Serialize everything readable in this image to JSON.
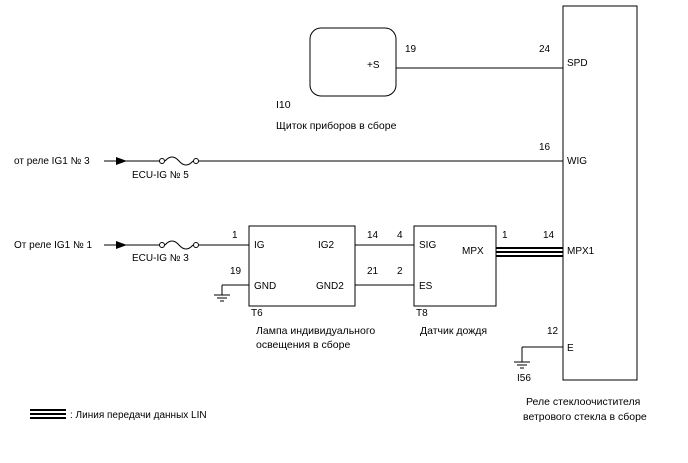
{
  "instrument_cluster": {
    "pin_label": "+S",
    "pin_number": "19",
    "code": "I10",
    "name": "Щиток приборов в сборе"
  },
  "relay_unit": {
    "pins": [
      {
        "number": "24",
        "label": "SPD"
      },
      {
        "number": "16",
        "label": "WIG"
      },
      {
        "number": "14",
        "label": "MPX1"
      },
      {
        "number": "12",
        "label": "E"
      }
    ],
    "ground_code": "I56",
    "name_line1": "Реле стеклоочистителя",
    "name_line2": "ветрового стекла в сборе"
  },
  "source_wig": {
    "text": "от реле IG1 № 3",
    "fuse": "ECU-IG № 5"
  },
  "source_lamp": {
    "text": "От реле IG1 № 1",
    "fuse": "ECU-IG № 3"
  },
  "lamp_unit": {
    "code": "T6",
    "pins": [
      {
        "number": "1",
        "label": "IG"
      },
      {
        "number": "14",
        "label": "IG2"
      },
      {
        "number": "19",
        "label": "GND"
      },
      {
        "number": "21",
        "label": "GND2"
      }
    ],
    "name_line1": "Лампа индивидуального",
    "name_line2": "освещения в сборе"
  },
  "rain_sensor": {
    "code": "T8",
    "pins": [
      {
        "number": "4",
        "label": "SIG"
      },
      {
        "number": "2",
        "label": "ES"
      },
      {
        "number": "1",
        "label": "MPX"
      }
    ],
    "name": "Датчик дождя"
  },
  "legend": {
    "text": ": Линия передачи данных LIN"
  }
}
